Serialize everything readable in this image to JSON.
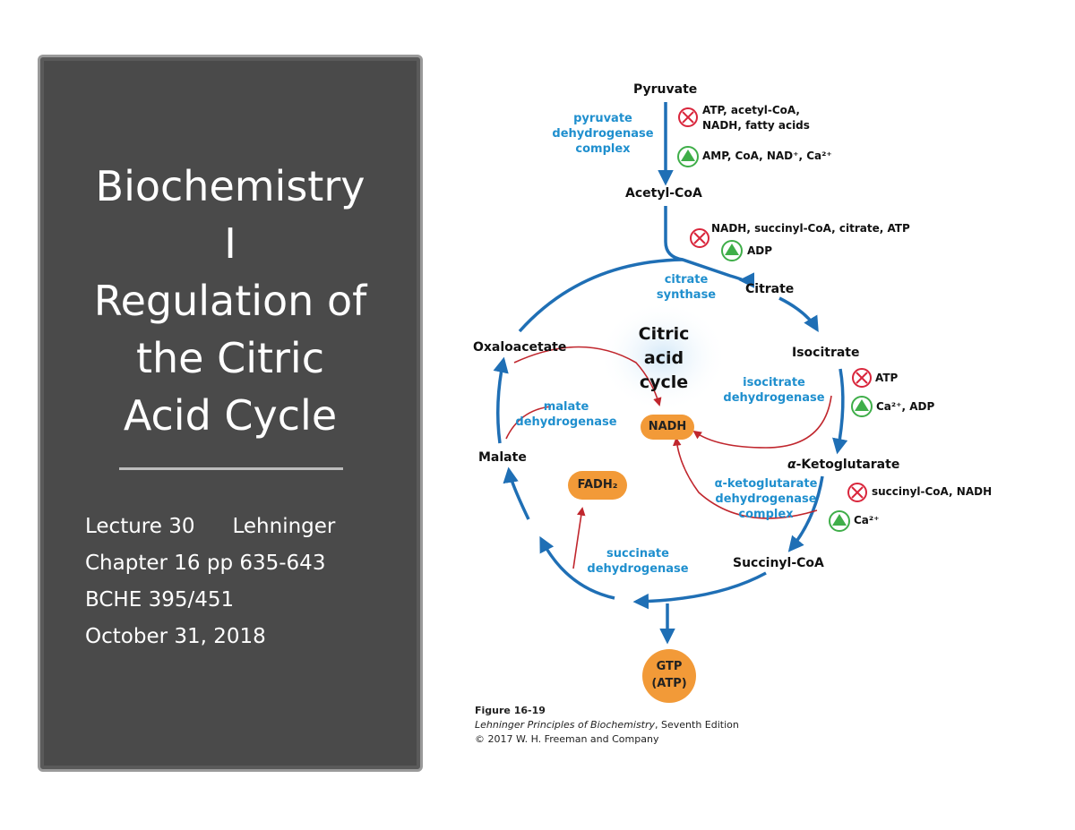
{
  "title_panel": {
    "title_lines": [
      "Biochemistry",
      "I",
      "Regulation of",
      "the Citric",
      "Acid Cycle"
    ],
    "lecture": "Lecture 30",
    "textbook": "Lehninger",
    "chapter": "Chapter 16 pp 635-643",
    "course": "BCHE 395/451",
    "date": "October 31, 2018"
  },
  "figure": {
    "center_label": [
      "Citric",
      "acid",
      "cycle"
    ],
    "metabolites": {
      "pyruvate": "Pyruvate",
      "acetyl_coa": "Acetyl-CoA",
      "citrate": "Citrate",
      "isocitrate": "Isocitrate",
      "ketoglutarate_prefix": "α",
      "ketoglutarate": "-Ketoglutarate",
      "succinyl_coa": "Succinyl-CoA",
      "malate": "Malate",
      "oxaloacetate": "Oxaloacetate"
    },
    "enzymes": {
      "pdh": [
        "pyruvate",
        "dehydrogenase",
        "complex"
      ],
      "citrate_synthase": [
        "citrate",
        "synthase"
      ],
      "idh": [
        "isocitrate",
        "dehydrogenase"
      ],
      "akgdh": [
        "α-ketoglutarate",
        "dehydrogenase",
        "complex"
      ],
      "sdh": [
        "succinate",
        "dehydrogenase"
      ],
      "mdh": [
        "malate",
        "dehydrogenase"
      ]
    },
    "effectors": {
      "pdh_inhibitors": [
        "ATP, acetyl-CoA,",
        "NADH, fatty acids"
      ],
      "pdh_activators": "AMP, CoA, NAD⁺, Ca²⁺",
      "cs_inhibitors": "NADH, succinyl-CoA, citrate, ATP",
      "cs_activators": "ADP",
      "idh_inhibitors": "ATP",
      "idh_activators": "Ca²⁺, ADP",
      "akgdh_inhibitors": "succinyl-CoA, NADH",
      "akgdh_activators": "Ca²⁺"
    },
    "products": {
      "nadh": "NADH",
      "fadh2": "FADH₂",
      "gtp": [
        "GTP",
        "(ATP)"
      ]
    },
    "caption": {
      "figure_number": "Figure 16-19",
      "book_title": "Lehninger Principles of Biochemistry",
      "edition": ", Seventh Edition",
      "copyright": "© 2017 W. H. Freeman and Company"
    },
    "icons": {
      "inhibitor": "circled-x-icon",
      "activator": "green-triangle-icon"
    },
    "colors": {
      "pathway_blue": "#1f6fb5",
      "enzyme_blue": "#1f8fce",
      "nadh_arrow_red": "#c0262d",
      "inhibitor_red": "#d9263c",
      "activator_green": "#3fae49",
      "product_orange": "#f29a38",
      "panel_gray": "#4a4a4a"
    }
  }
}
